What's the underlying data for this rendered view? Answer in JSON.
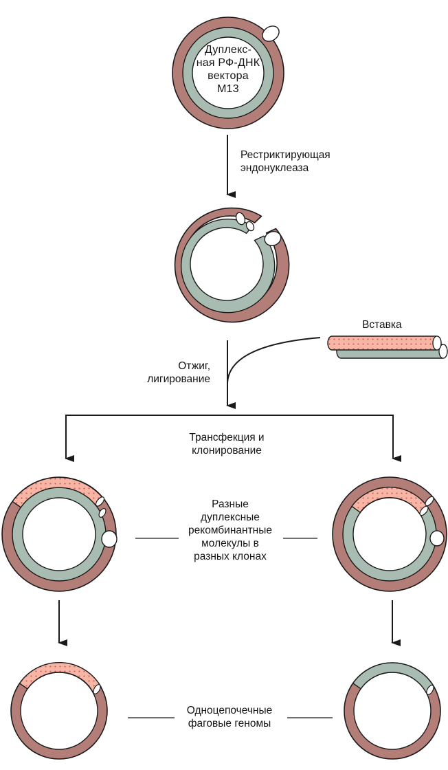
{
  "labels": {
    "vector": "Дуплекс-\nная РФ-ДНК\nвектора\nМ13",
    "restriction": "Рестриктирующая\nэндонуклеаза",
    "insert": "Вставка",
    "annealing": "Отжиг,\nлигирование",
    "transfection": "Трансфекция и\nклонирование",
    "recombinants": "Разные\nдуплексные\nрекомбинантные\nмолекулы в\nразных клонах",
    "single_strand": "Одноцепочечные\nфаговые  геномы"
  },
  "colors": {
    "outer_strand": "#b47e78",
    "inner_strand": "#a9bcb1",
    "insert": "#f6b5a5",
    "insert_dots": "#c9594e",
    "line": "#1a1a1a"
  }
}
